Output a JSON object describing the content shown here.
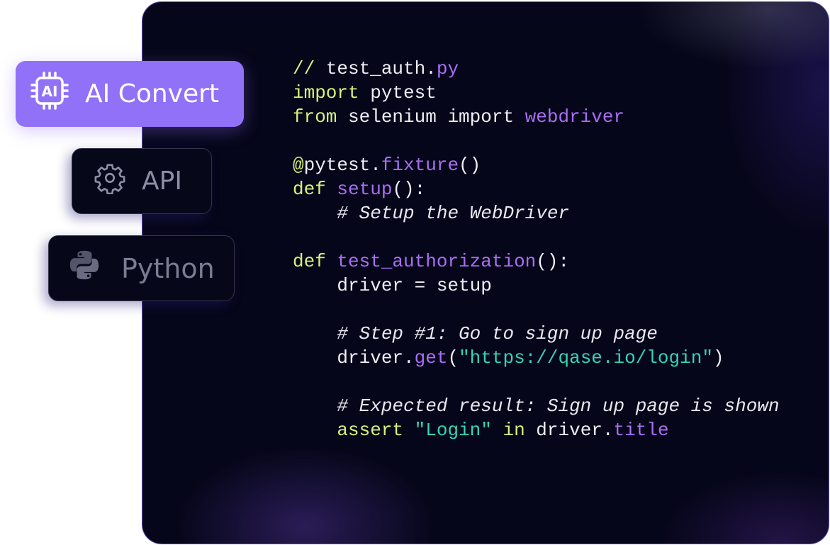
{
  "sidebar": {
    "items": [
      {
        "label": "AI Convert",
        "icon": "ai-chip-icon",
        "active": true
      },
      {
        "label": "API",
        "icon": "gear-icon",
        "active": false
      },
      {
        "label": "Python",
        "icon": "python-icon",
        "active": false
      }
    ],
    "chip_text": "AI"
  },
  "colors": {
    "accent": "#9171f8",
    "keyword": "#d8f07c",
    "function": "#a96ef2",
    "string": "#34d4b4",
    "background": "#06061a"
  },
  "code": {
    "lines": [
      [
        {
          "t": "// ",
          "c": "kw"
        },
        {
          "t": "test_auth.",
          "c": "pl"
        },
        {
          "t": "py",
          "c": "fn"
        }
      ],
      [
        {
          "t": "import",
          "c": "kw"
        },
        {
          "t": " pytest",
          "c": "pl"
        }
      ],
      [
        {
          "t": "from",
          "c": "kw"
        },
        {
          "t": " selenium import ",
          "c": "pl"
        },
        {
          "t": "webdriver",
          "c": "fn"
        }
      ],
      [],
      [
        {
          "t": "@",
          "c": "kw"
        },
        {
          "t": "pytest.",
          "c": "pl"
        },
        {
          "t": "fixture",
          "c": "fn"
        },
        {
          "t": "()",
          "c": "pl"
        }
      ],
      [
        {
          "t": "def",
          "c": "kw"
        },
        {
          "t": " ",
          "c": "pl"
        },
        {
          "t": "setup",
          "c": "fn"
        },
        {
          "t": "():",
          "c": "pl"
        }
      ],
      [
        {
          "t": "    ",
          "c": "pl"
        },
        {
          "t": "# Setup the WebDriver",
          "c": "cm"
        }
      ],
      [],
      [
        {
          "t": "def",
          "c": "kw"
        },
        {
          "t": " ",
          "c": "pl"
        },
        {
          "t": "test_authorization",
          "c": "fn"
        },
        {
          "t": "():",
          "c": "pl"
        }
      ],
      [
        {
          "t": "    driver = setup",
          "c": "pl"
        }
      ],
      [],
      [
        {
          "t": "    ",
          "c": "pl"
        },
        {
          "t": "# Step #1: Go to sign up page",
          "c": "cm"
        }
      ],
      [
        {
          "t": "    driver.",
          "c": "pl"
        },
        {
          "t": "get",
          "c": "fn"
        },
        {
          "t": "(",
          "c": "pl"
        },
        {
          "t": "\"https://qase.io/login\"",
          "c": "str"
        },
        {
          "t": ")",
          "c": "pl"
        }
      ],
      [],
      [
        {
          "t": "    ",
          "c": "pl"
        },
        {
          "t": "# Expected result: Sign up page is shown",
          "c": "cm"
        }
      ],
      [
        {
          "t": "    ",
          "c": "pl"
        },
        {
          "t": "assert",
          "c": "kw"
        },
        {
          "t": " ",
          "c": "pl"
        },
        {
          "t": "\"Login\"",
          "c": "str"
        },
        {
          "t": " ",
          "c": "pl"
        },
        {
          "t": "in",
          "c": "kw"
        },
        {
          "t": " driver.",
          "c": "pl"
        },
        {
          "t": "title",
          "c": "fn"
        }
      ]
    ]
  }
}
